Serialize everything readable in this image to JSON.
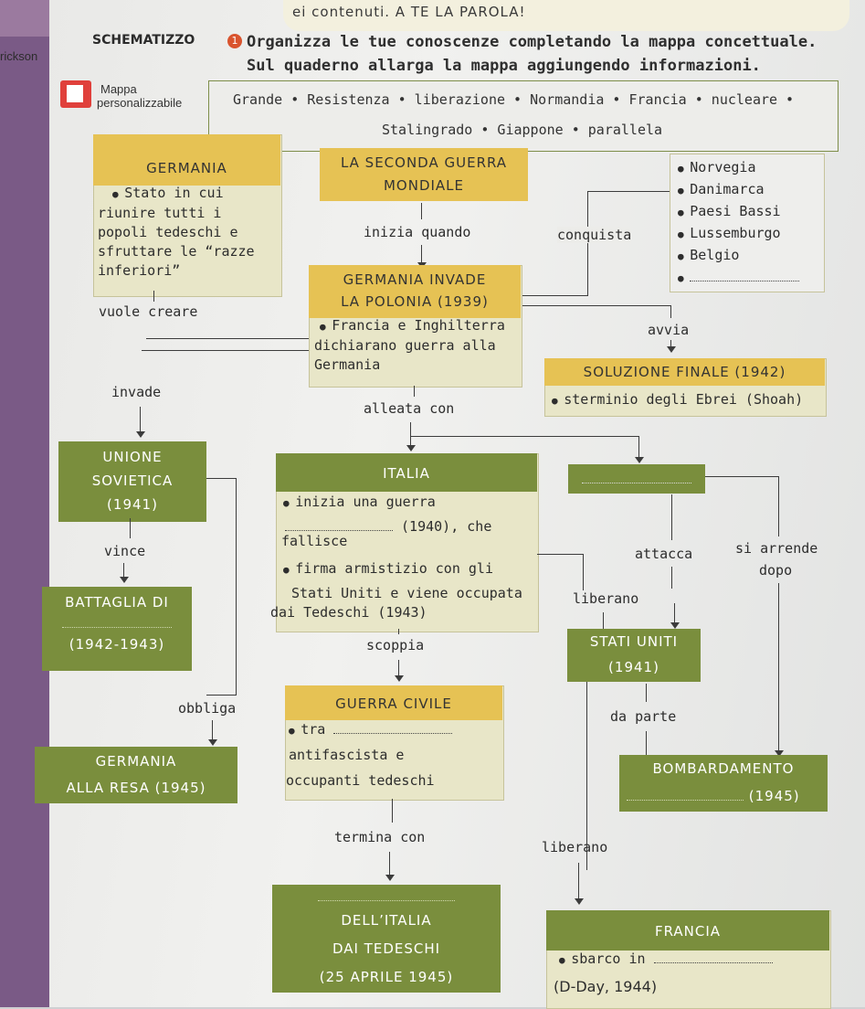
{
  "header": {
    "strip_text": "ei contenuti. A TE LA PAROLA!"
  },
  "side": {
    "cut_label": "rickson"
  },
  "exercise": {
    "section": "SCHEMATIZZO",
    "number": "1",
    "line1": "Organizza le tue conoscenze completando la mappa concettuale.",
    "line2": "Sul quaderno allarga la mappa aggiungendo informazioni."
  },
  "mappa": {
    "line1": "Mappa",
    "line2": "personalizzabile"
  },
  "word_bank": {
    "row1": "Grande • Resistenza • liberazione • Normandia • Francia • nucleare •",
    "row2": "Stalingrado • Giappone • parallela"
  },
  "colors": {
    "yellow": "#e6c254",
    "green": "#7a8e3d",
    "cream": "#e8e6c8"
  },
  "map": {
    "germania_title": "GERMANIA",
    "germania_text": [
      "Stato in cui",
      "riunire tutti i",
      "popoli tedeschi e",
      "sfruttare le “razze",
      "inferiori”"
    ],
    "vuole_creare": "vuole creare",
    "center_title1": "LA SECONDA GUERRA",
    "center_title2": "MONDIALE",
    "inizia_quando": "inizia quando",
    "conquista": "conquista",
    "countries": [
      "Norvegia",
      "Danimarca",
      "Paesi Bassi",
      "Lussemburgo",
      "Belgio"
    ],
    "invade_title1": "GERMANIA INVADE",
    "invade_title2": "LA POLONIA (1939)",
    "invade_text": [
      "Francia e Inghilterra",
      "dichiarano guerra alla",
      "Germania"
    ],
    "avvia": "avvia",
    "soluzione_title": "SOLUZIONE FINALE (1942)",
    "soluzione_text": "sterminio degli Ebrei (Shoah)",
    "invade": "invade",
    "alleata_con": "alleata con",
    "urss": [
      "UNIONE",
      "SOVIETICA",
      "(1941)"
    ],
    "italia_title": "ITALIA",
    "italia_text1": "inizia una guerra",
    "italia_text2": "(1940), che",
    "italia_text3": "fallisce",
    "italia_text4": "firma armistizio con gli",
    "italia_text5": "Stati Uniti e viene occupata",
    "italia_text6": "dai Tedeschi (1943)",
    "vince": "vince",
    "attacca": "attacca",
    "si_arrende": "si arrende",
    "dopo": "dopo",
    "liberano1": "liberano",
    "battaglia": "BATTAGLIA DI",
    "battaglia_year": "(1942-1943)",
    "scoppia": "scoppia",
    "usa": [
      "STATI UNITI",
      "(1941)"
    ],
    "obbliga": "obbliga",
    "guerra_civile": "GUERRA CIVILE",
    "gc_text1": "tra",
    "gc_text2": "antifascista e",
    "gc_text3": "occupanti tedeschi",
    "da_parte": "da parte",
    "resa": [
      "GERMANIA",
      "ALLA RESA (1945)"
    ],
    "bombardamento": "BOMBARDAMENTO",
    "bomb_year": "(1945)",
    "termina_con": "termina con",
    "liberano2": "liberano",
    "dellitalia": [
      "DELL’ITALIA",
      "DAI TEDESCHI",
      "(25 APRILE 1945)"
    ],
    "francia_title": "FRANCIA",
    "francia_text1": "sbarco in",
    "francia_text2": "(D-Day, 1944)"
  }
}
